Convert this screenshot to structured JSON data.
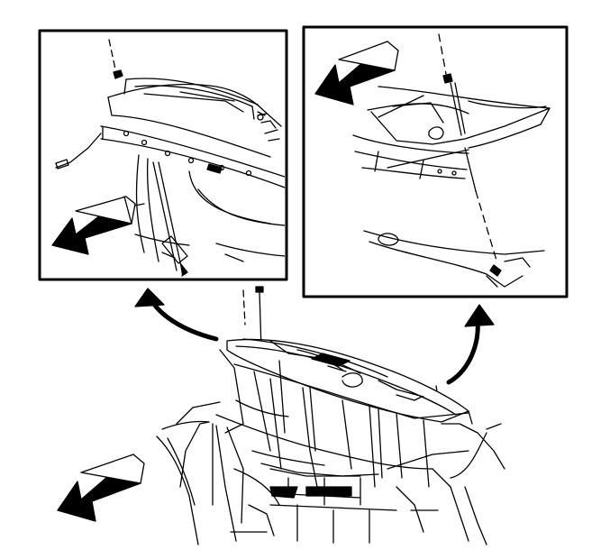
{
  "diagram": {
    "insets": [
      {
        "name": "left-detail",
        "arrow_direction": "down-left"
      },
      {
        "name": "right-detail",
        "arrow_direction": "left"
      }
    ],
    "main_view": {
      "arrow_direction": "down-left"
    },
    "colors": {
      "ink": "#000000",
      "paper": "#ffffff"
    }
  }
}
